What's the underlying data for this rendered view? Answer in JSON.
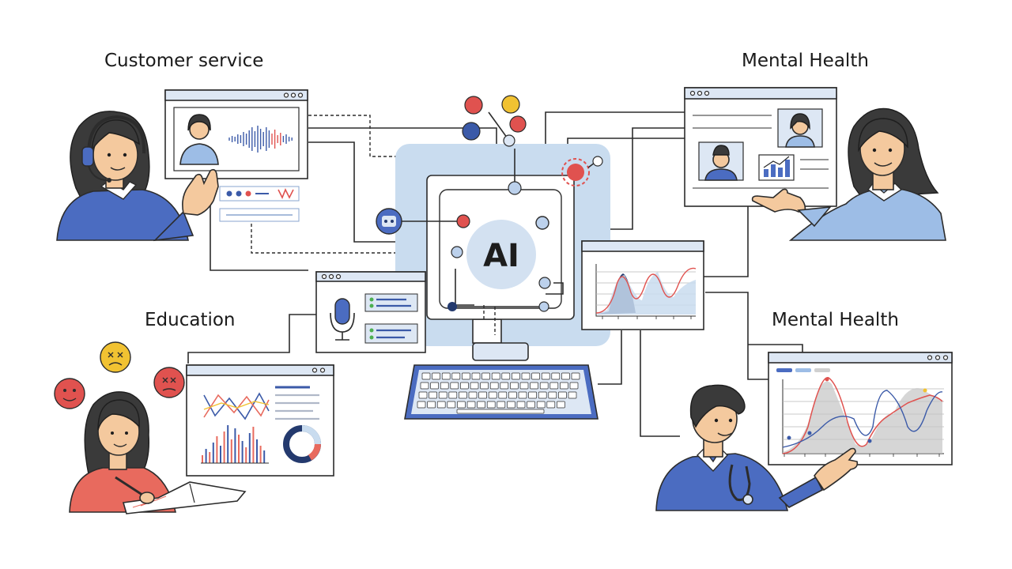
{
  "labels": {
    "customer_service": "Customer service",
    "mental_health_top": "Mental Health",
    "education": "Education",
    "mental_health_bottom": "Mental Health",
    "ai": "AI"
  },
  "colors": {
    "navy": "#243a6e",
    "blue": "#4b6cc1",
    "light_blue": "#c9dcef",
    "pale_blue": "#dfe9f5",
    "red": "#e0524f",
    "coral": "#e86a5e",
    "yellow": "#f1c232",
    "skin": "#f4c99e",
    "hair": "#3a3a3a",
    "window_bar": "#e5edf8",
    "ai_circle": "#d3e1f1"
  },
  "icons": [
    "microphone-icon",
    "robot-face-icon",
    "emoji-faces",
    "stethoscope-icon",
    "keyboard-icon",
    "monitor-icon",
    "headset-icon"
  ]
}
